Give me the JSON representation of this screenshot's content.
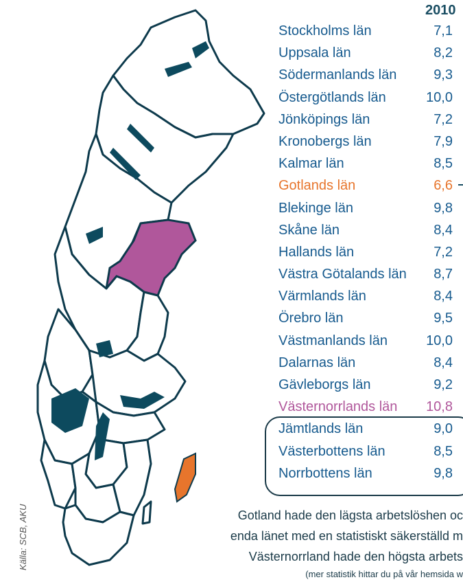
{
  "year_header": "2010",
  "regions": [
    {
      "name": "Stockholms län",
      "value": "7,1"
    },
    {
      "name": "Uppsala län",
      "value": "8,2"
    },
    {
      "name": "Södermanlands län",
      "value": "9,3"
    },
    {
      "name": "Östergötlands län",
      "value": "10,0"
    },
    {
      "name": "Jönköpings län",
      "value": "7,2"
    },
    {
      "name": "Kronobergs län",
      "value": "7,9"
    },
    {
      "name": "Kalmar län",
      "value": "8,5"
    },
    {
      "name": "Gotlands län",
      "value": "6,6"
    },
    {
      "name": "Blekinge län",
      "value": "9,8"
    },
    {
      "name": "Skåne län",
      "value": "8,4"
    },
    {
      "name": "Hallands län",
      "value": "7,2"
    },
    {
      "name": "Västra Götalands län",
      "value": "8,7"
    },
    {
      "name": "Värmlands län",
      "value": "8,4"
    },
    {
      "name": "Örebro län",
      "value": "9,5"
    },
    {
      "name": "Västmanlands län",
      "value": "10,0"
    },
    {
      "name": "Dalarnas län",
      "value": "8,4"
    },
    {
      "name": "Gävleborgs län",
      "value": "9,2"
    },
    {
      "name": "Västernorrlands län",
      "value": "10,8"
    },
    {
      "name": "Jämtlands län",
      "value": "9,0"
    },
    {
      "name": "Västerbottens län",
      "value": "8,5"
    },
    {
      "name": "Norrbottens län",
      "value": "9,8"
    }
  ],
  "highlight": {
    "lowest_color": "#e7752c",
    "highest_color": "#b0579b",
    "text_color": "#165a8e"
  },
  "caption": {
    "line1": "Gotland hade den lägsta arbetslöshen oc",
    "line2": "enda länet med en statistiskt säkerställd m",
    "line3": "Västernorrland hade den högsta arbets",
    "line4": "(mer statistik hittar du på vår hemsida w"
  },
  "source": "Källa: SCB, AKU"
}
